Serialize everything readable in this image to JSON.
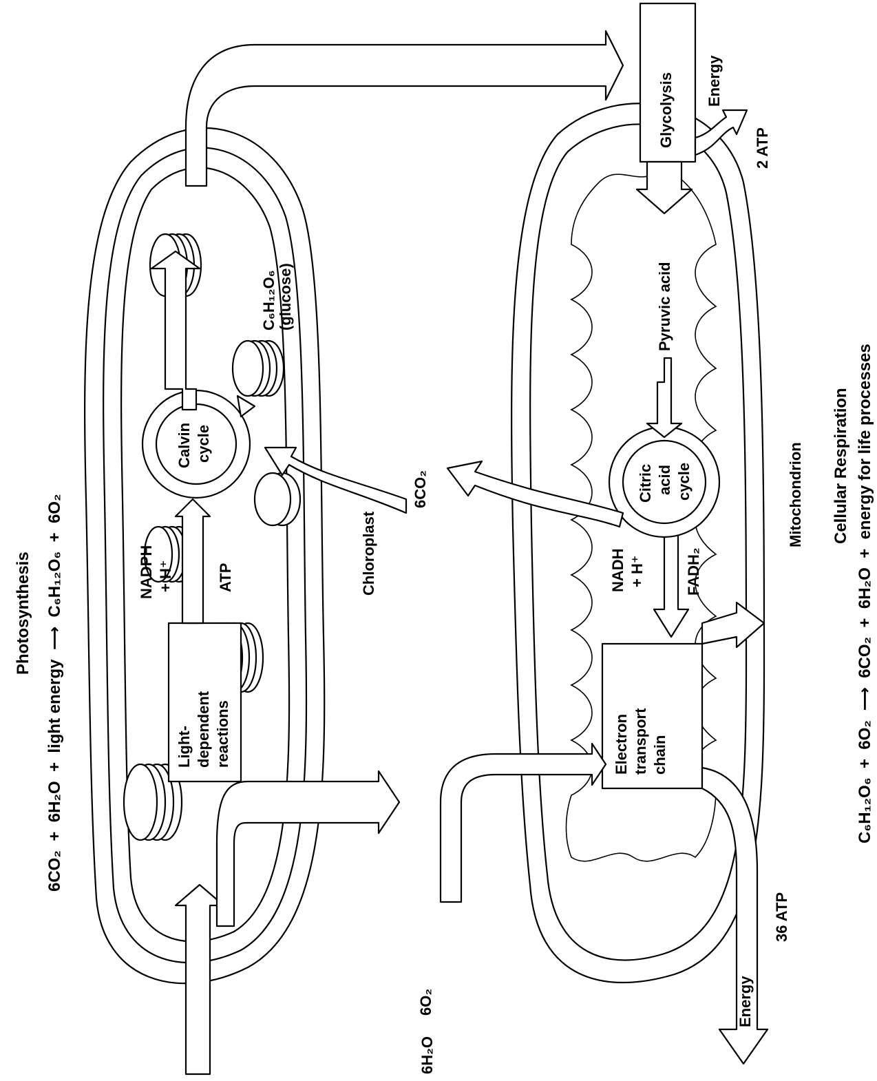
{
  "photosynthesis": {
    "title": "Photosynthesis",
    "equation": {
      "reactants": [
        "6CO₂",
        "6H₂O",
        "light energy"
      ],
      "products": [
        "C₆H₁₂O₆",
        "6O₂"
      ]
    },
    "organelle": "Chloroplast",
    "light_reactions": [
      "Light-",
      "dependent",
      "reactions"
    ],
    "calvin_cycle": [
      "Calvin",
      "cycle"
    ],
    "carriers": {
      "nadph": "NADPH",
      "h_plus": "+ H⁺",
      "atp": "ATP"
    },
    "inputs": {
      "co2": "6CO₂",
      "water": "6H₂O"
    },
    "outputs": {
      "oxygen": "6O₂",
      "glucose": [
        "C₆H₁₂O₆",
        "(glucose)"
      ]
    }
  },
  "respiration": {
    "title": "Cellular Respiration",
    "equation": {
      "reactants": [
        "C₆H₁₂O₆",
        "6O₂"
      ],
      "products": [
        "6CO₂",
        "6H₂O",
        "energy for life processes"
      ]
    },
    "organelle": "Mitochondrion",
    "glycolysis": "Glycolysis",
    "glycolysis_energy": "Energy",
    "glycolysis_atp": "2 ATP",
    "pyruvic_acid": "Pyruvic acid",
    "citric_acid_cycle": [
      "Citric",
      "acid",
      "cycle"
    ],
    "carriers": {
      "nadh": "NADH",
      "h_plus": "+ H⁺",
      "fadh2": "FADH₂"
    },
    "etc": [
      "Electron",
      "transport",
      "chain"
    ],
    "etc_energy": "Energy",
    "etc_atp": "36 ATP"
  },
  "colors": {
    "line": "#000000",
    "background": "#ffffff"
  }
}
